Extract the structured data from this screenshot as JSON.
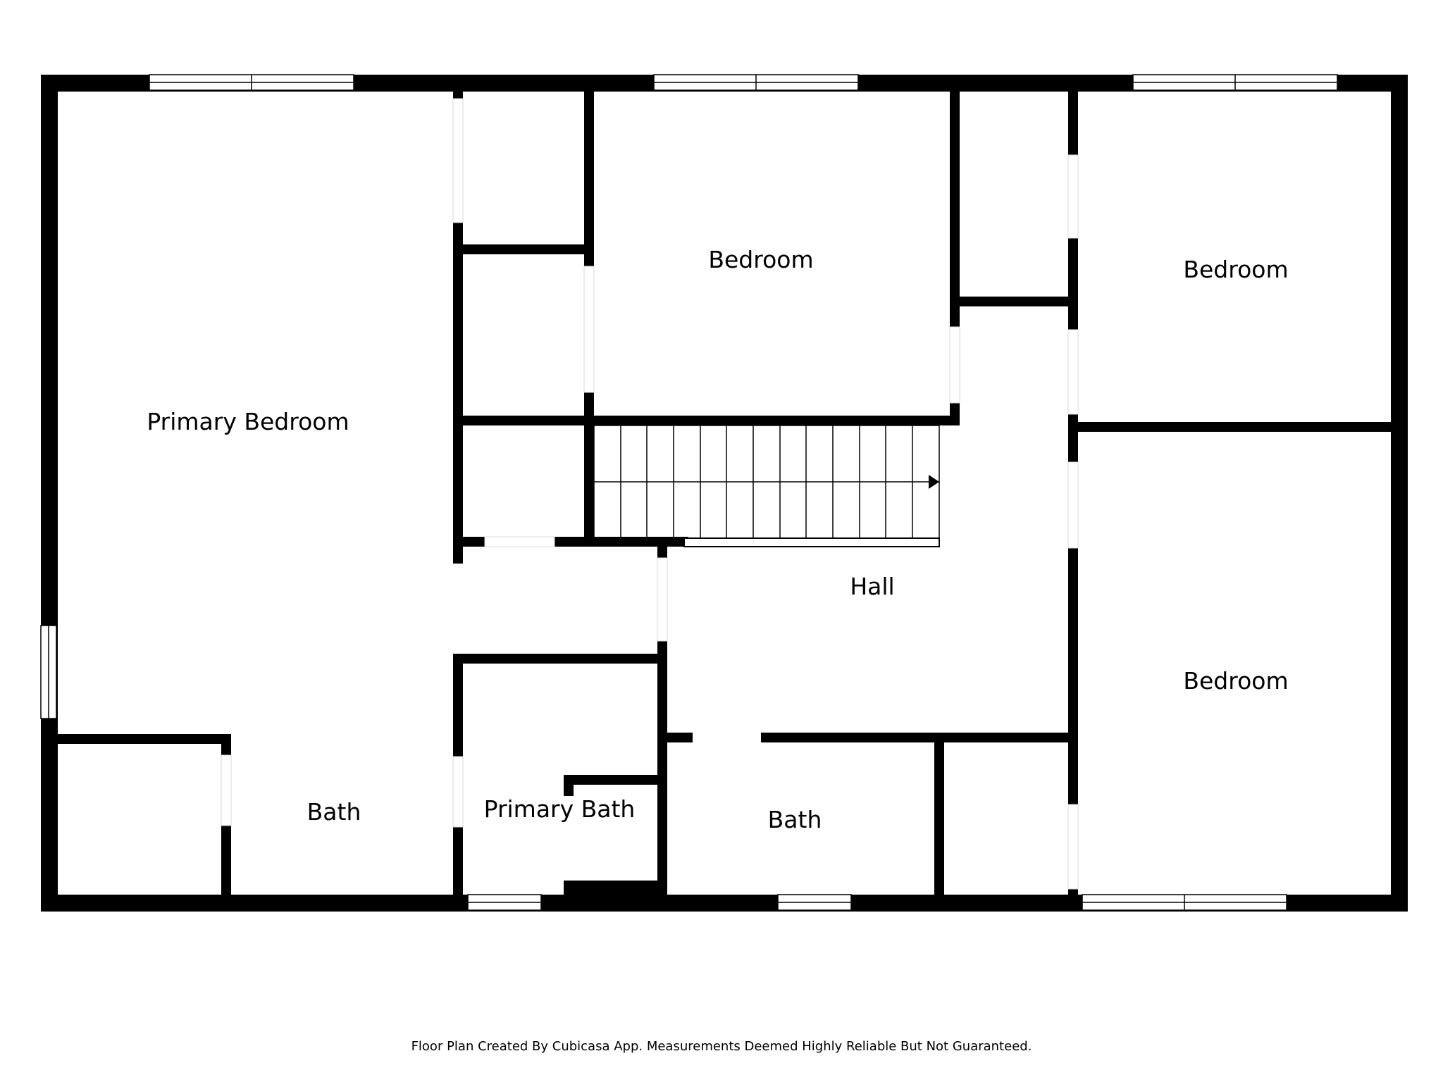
{
  "rooms": {
    "primary_bedroom": "Primary Bedroom",
    "bedroom_center": "Bedroom",
    "bedroom_upper_right": "Bedroom",
    "bedroom_lower_right": "Bedroom",
    "hall": "Hall",
    "bath_left": "Bath",
    "primary_bath": "Primary Bath",
    "bath_center": "Bath"
  },
  "footer": {
    "note": "Floor Plan Created By Cubicasa App. Measurements Deemed Highly Reliable But Not Guaranteed."
  },
  "colors": {
    "wall": "#000000",
    "background": "#ffffff"
  }
}
